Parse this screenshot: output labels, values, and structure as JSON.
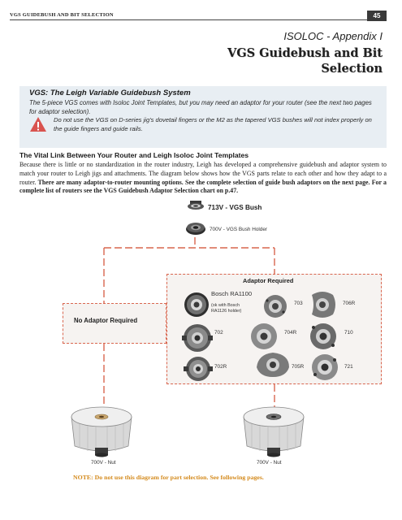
{
  "header": {
    "running_title": "VGS GUIDEBUSH AND BIT SELECTION",
    "page_number": "45"
  },
  "title_block": {
    "appendix": "ISOLOC - Appendix I",
    "title": "VGS Guidebush and Bit Selection"
  },
  "info_box": {
    "heading": "VGS: The Leigh Variable Guidebush System",
    "body": "The 5-piece VGS comes with Isoloc Joint Templates, but you may need an adaptor for your router (see the next two pages for adaptor selection).",
    "warning_icon": "warning-triangle-icon",
    "warning": "Do not use the VGS on D-series jig's dovetail fingers or the M2 as the tapered VGS bushes will not index properly on the guide fingers and guide rails."
  },
  "section": {
    "heading": "The Vital Link Between Your Router and Leigh Isoloc Joint Templates",
    "paragraph": "Because there is little or no standardization in the router industry, Leigh has developed a comprehensive guidebush and adaptor system to match your router to Leigh jigs and attachments. The diagram below shows how the VGS parts relate to each other and how they adapt to a router. ",
    "paragraph_bold": "There are many adaptor-to-router mounting options. See the complete selection of guide bush adaptors on the next page. For a complete list of routers see the VGS Guidebush Adaptor Selection chart on p.47."
  },
  "diagram": {
    "bush_label": "713V - VGS Bush",
    "holder_label": "700V - VGS Bush Holder",
    "no_adaptor_label": "No Adaptor Required",
    "adaptor_required_label": "Adaptor Required",
    "bosch_label": "Bosch RA1100",
    "bosch_note1": "(ok with Bosch",
    "bosch_note2": "RA1126 holder)",
    "adaptors": [
      "703",
      "706R",
      "702",
      "704R",
      "710",
      "702R",
      "705R",
      "721"
    ],
    "nut_left_label": "700V - Nut",
    "nut_right_label": "700V - Nut",
    "accent_color": "#d9664f"
  },
  "footer": {
    "note": "NOTE: Do not use this diagram for part selection. See following pages."
  }
}
